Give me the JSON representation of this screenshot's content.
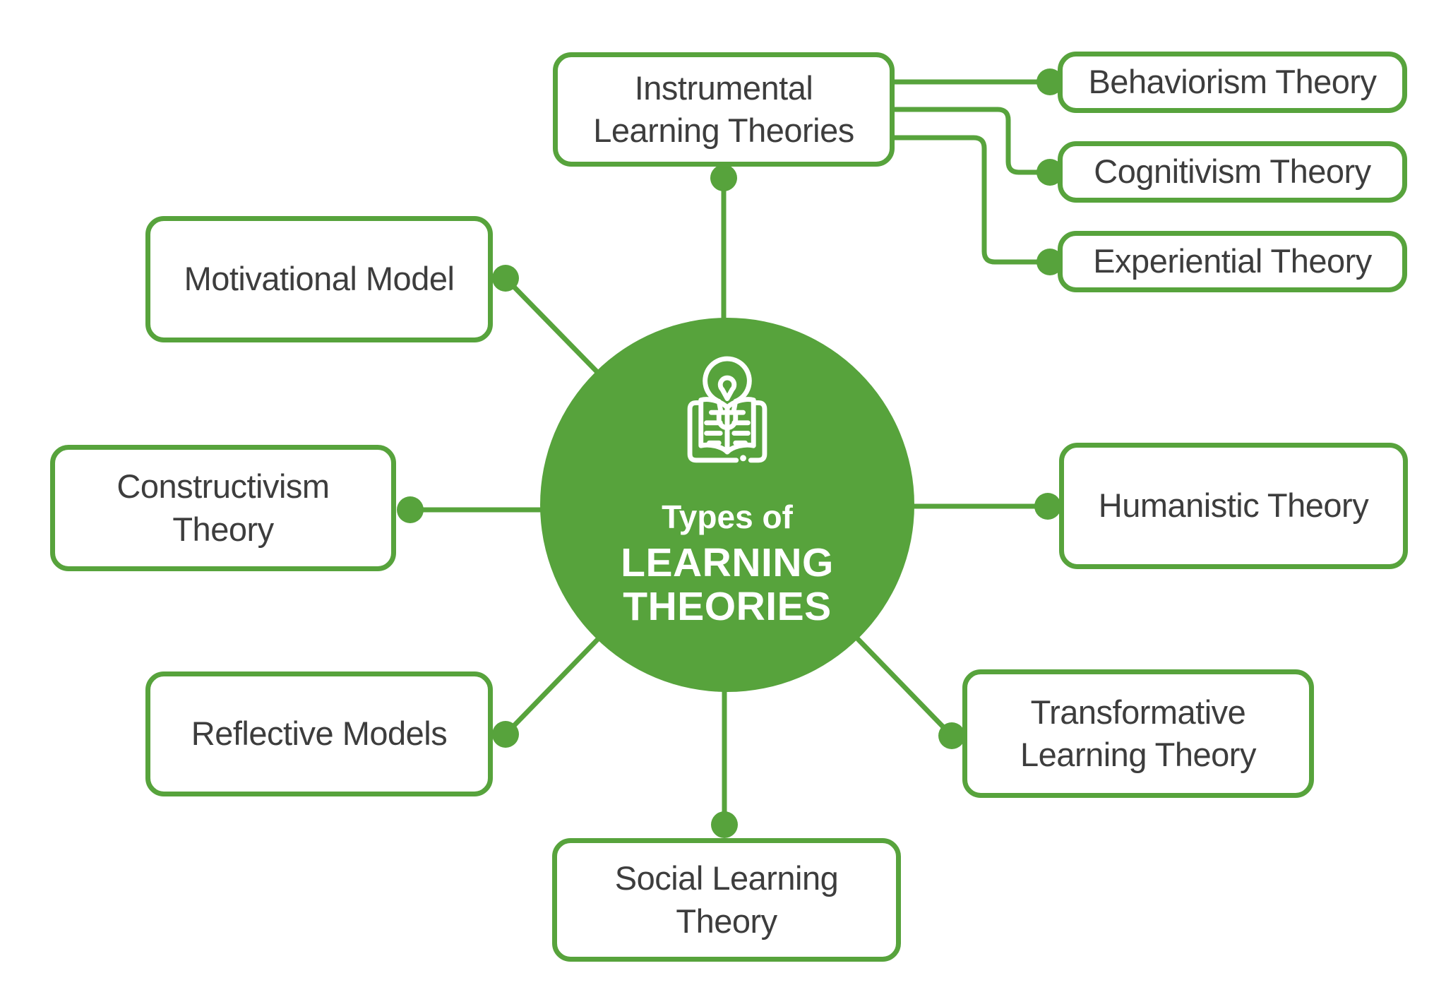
{
  "title": "Types of Learning Theories mind map",
  "colors": {
    "accent_green": "#57a33c",
    "text_dark": "#3d3d3d",
    "background": "#ffffff",
    "circle_text": "#ffffff"
  },
  "center": {
    "icon": "open-book-lightbulb-icon",
    "subtitle": "Types of",
    "title": "LEARNING\nTHEORIES"
  },
  "nodes": {
    "instrumental": {
      "label": "Instrumental\nLearning Theories"
    },
    "behaviorism": {
      "label": "Behaviorism Theory"
    },
    "cognitivism": {
      "label": "Cognitivism Theory"
    },
    "experiential": {
      "label": "Experiential Theory"
    },
    "motivational": {
      "label": "Motivational Model"
    },
    "constructivism": {
      "label": "Constructivism\nTheory"
    },
    "humanistic": {
      "label": "Humanistic Theory"
    },
    "reflective": {
      "label": "Reflective Models"
    },
    "transformative": {
      "label": "Transformative\nLearning Theory"
    },
    "social": {
      "label": "Social Learning\nTheory"
    }
  }
}
